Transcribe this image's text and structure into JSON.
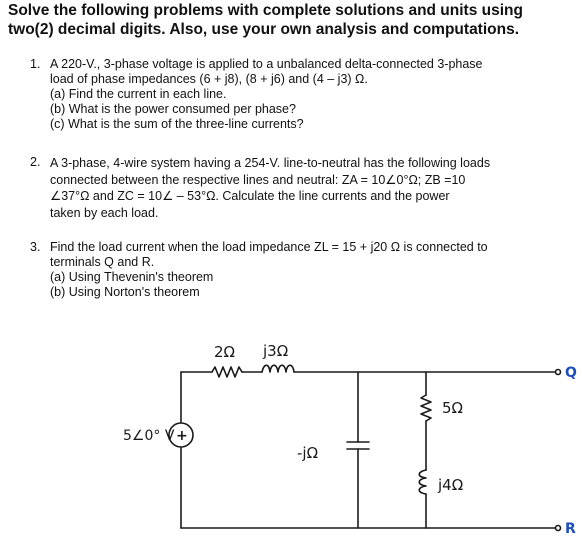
{
  "heading": {
    "line1": "Solve the following problems with complete solutions and units using",
    "line2": "two(2) decimal digits. Also, use your own analysis and computations."
  },
  "problems": [
    {
      "number": "1.",
      "lines": [
        "A 220-V., 3-phase voltage is applied to a unbalanced delta-connected 3-phase",
        "load of phase impedances (6 + j8), (8 + j6) and (4 – j3) Ω.",
        "(a) Find the current in each line.",
        "(b) What is the power consumed per phase?",
        "(c) What is the sum of the three-line currents?"
      ]
    },
    {
      "number": "2.",
      "lines": [
        "A 3-phase, 4-wire system having a 254-V. line-to-neutral has the following loads",
        "connected between the respective lines and neutral: ZA = 10∠0°Ω; ZB =10",
        "∠37°Ω and ZC = 10∠ – 53°Ω. Calculate the line currents and the power",
        "taken by each load."
      ]
    },
    {
      "number": "3.",
      "lines": [
        "Find the load current when the load impedance ZL = 15 + j20 Ω is connected to",
        "terminals Q and R.",
        "(a) Using Thevenin's theorem",
        "(b) Using Norton's theorem"
      ]
    }
  ],
  "circuit": {
    "source_label": "5∠0° V",
    "source_symbol": "+",
    "r1_label": "2Ω",
    "l1_label": "j3Ω",
    "c1_label": "-jΩ",
    "r2_label": "5Ω",
    "l2_label": "j4Ω",
    "terminal_top": "Q",
    "terminal_bottom": "R"
  }
}
